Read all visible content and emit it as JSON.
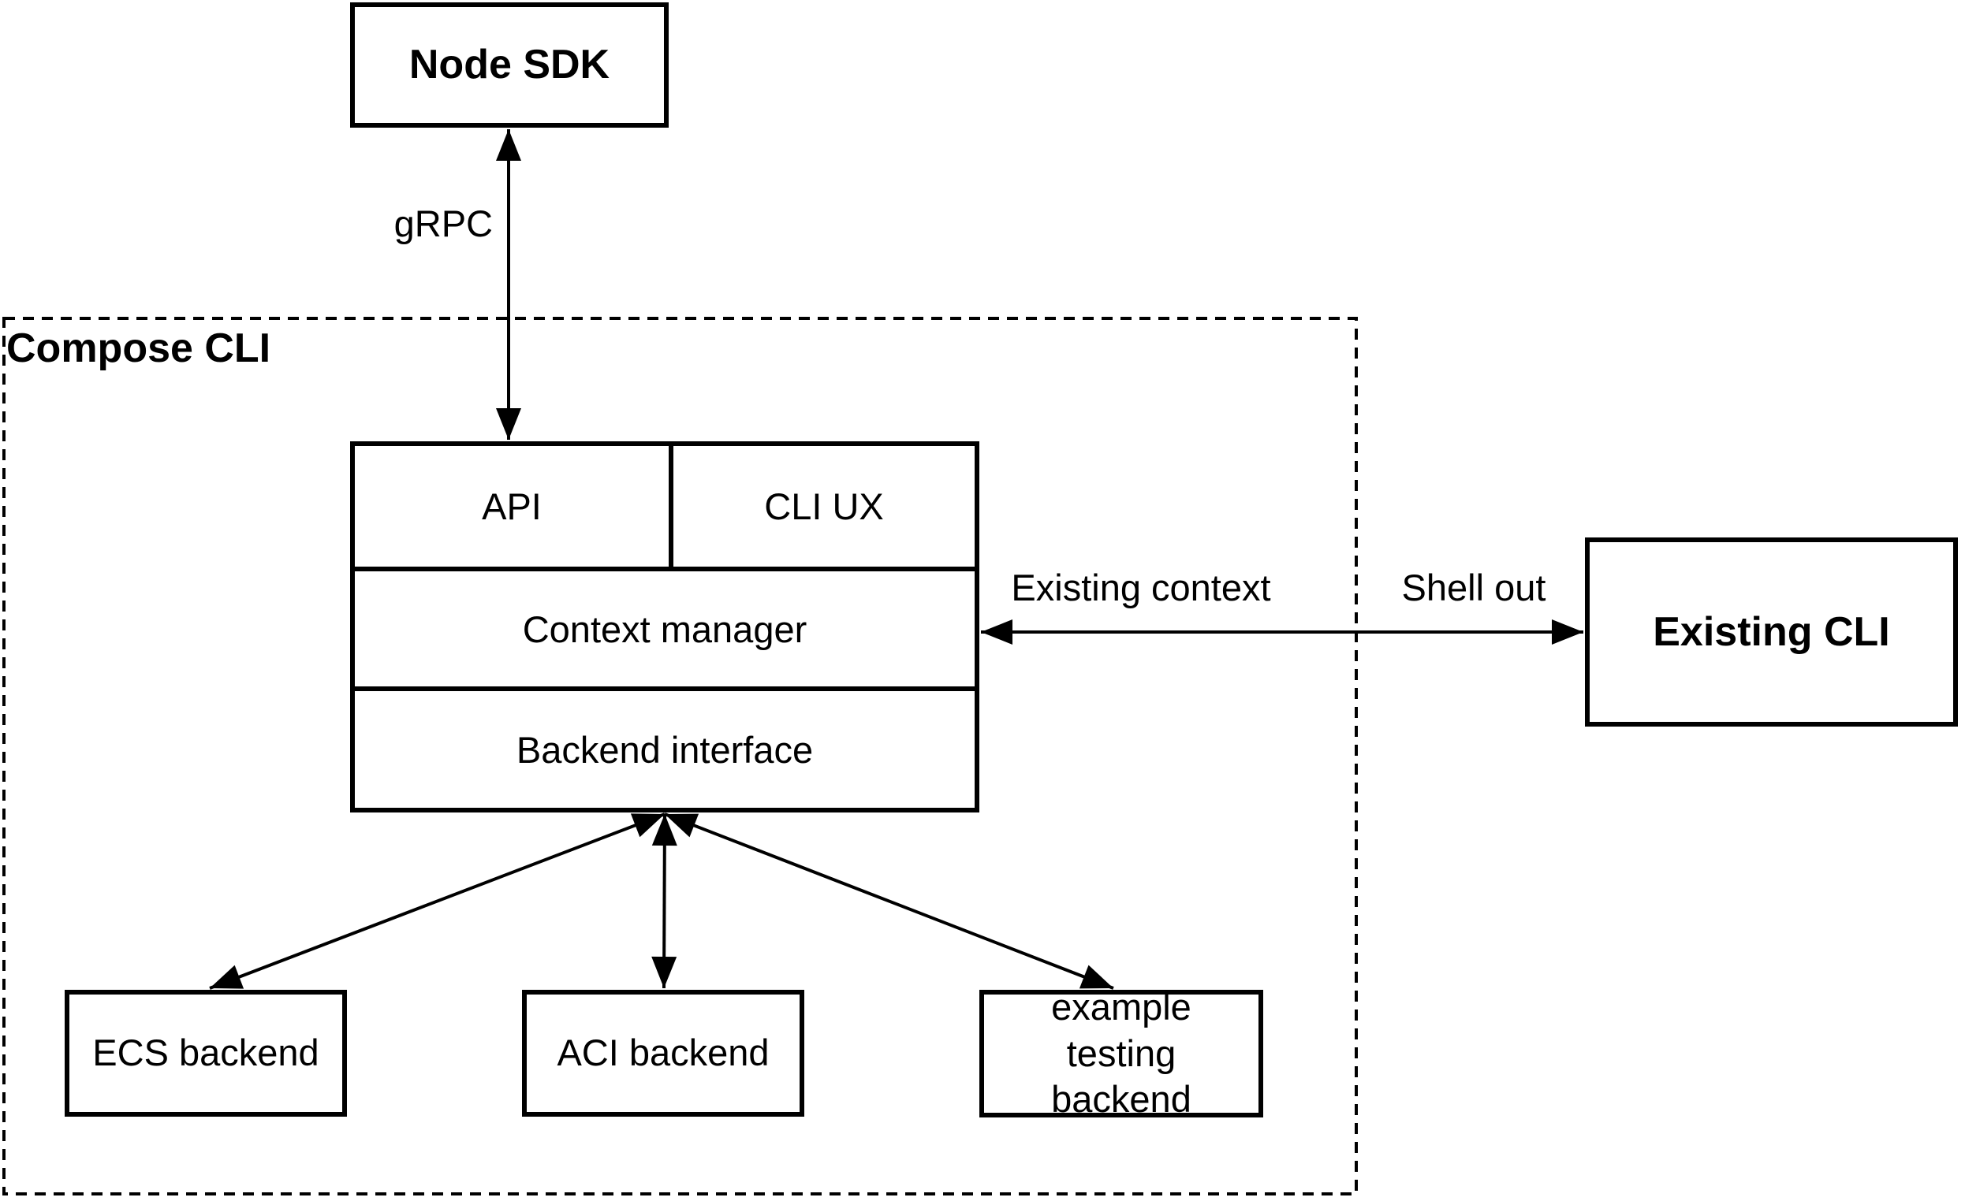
{
  "colors": {
    "stroke": "#000000",
    "canvas_bg": "#ffffff"
  },
  "nodes": {
    "node_sdk": {
      "label": "Node SDK"
    },
    "compose_cli_group": {
      "label": "Compose CLI"
    },
    "stack": {
      "api": {
        "label": "API"
      },
      "cli_ux": {
        "label": "CLI UX"
      },
      "context_manager": {
        "label": "Context manager"
      },
      "backend_interface": {
        "label": "Backend interface"
      }
    },
    "existing_cli": {
      "label": "Existing CLI"
    },
    "backends": [
      {
        "label": "ECS backend"
      },
      {
        "label": "ACI backend"
      },
      {
        "label": "example testing backend"
      }
    ]
  },
  "edges": {
    "grpc": {
      "label": "gRPC"
    },
    "existing_context": {
      "label": "Existing context"
    },
    "shell_out": {
      "label": "Shell out"
    }
  }
}
